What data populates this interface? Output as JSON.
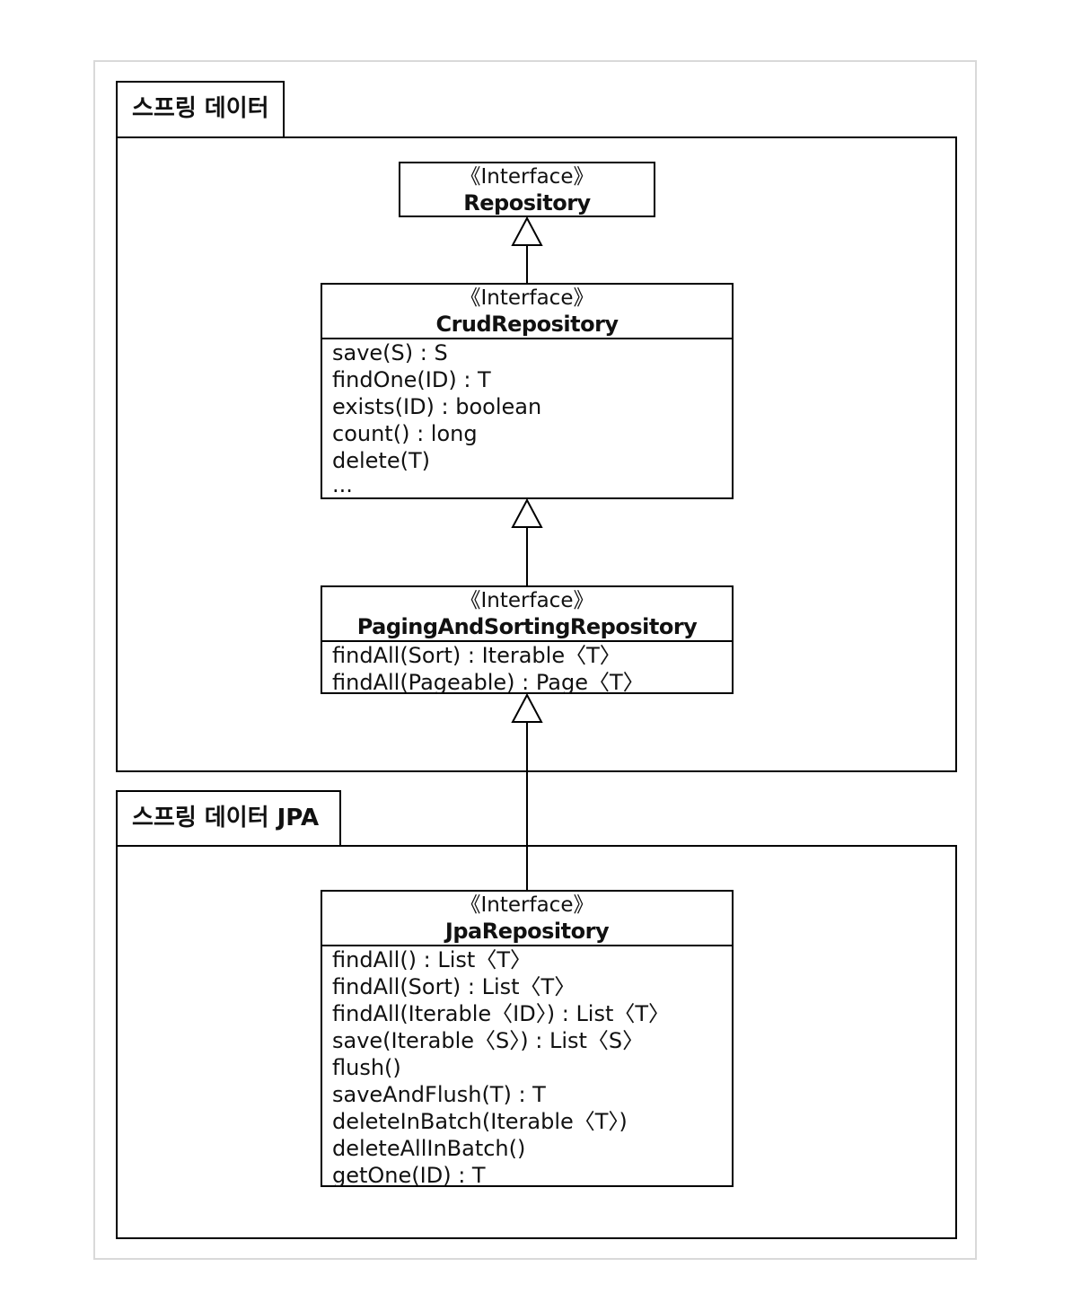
{
  "packages": {
    "spring_data": {
      "label": "스프링 데이터"
    },
    "spring_data_jpa": {
      "label": "스프링 데이터 JPA"
    }
  },
  "interfaces": {
    "repository": {
      "stereotype": "《Interface》",
      "name": "Repository",
      "methods": []
    },
    "crud_repository": {
      "stereotype": "《Interface》",
      "name": "CrudRepository",
      "methods": [
        "save(S) : S",
        "findOne(ID) : T",
        "exists(ID) : boolean",
        "count() : long",
        "delete(T)",
        "..."
      ]
    },
    "paging_repository": {
      "stereotype": "《Interface》",
      "name": "PagingAndSortingRepository",
      "methods": [
        "findAll(Sort) : Iterable〈T〉",
        "findAll(Pageable) : Page〈T〉"
      ]
    },
    "jpa_repository": {
      "stereotype": "《Interface》",
      "name": "JpaRepository",
      "methods": [
        "findAll() : List〈T〉",
        "findAll(Sort) : List〈T〉",
        "findAll(Iterable〈ID〉) : List〈T〉",
        "save(Iterable〈S〉) : List〈S〉",
        "flush()",
        "saveAndFlush(T) : T",
        "deleteInBatch(Iterable〈T〉)",
        "deleteAllInBatch()",
        "getOne(ID) : T"
      ]
    }
  }
}
